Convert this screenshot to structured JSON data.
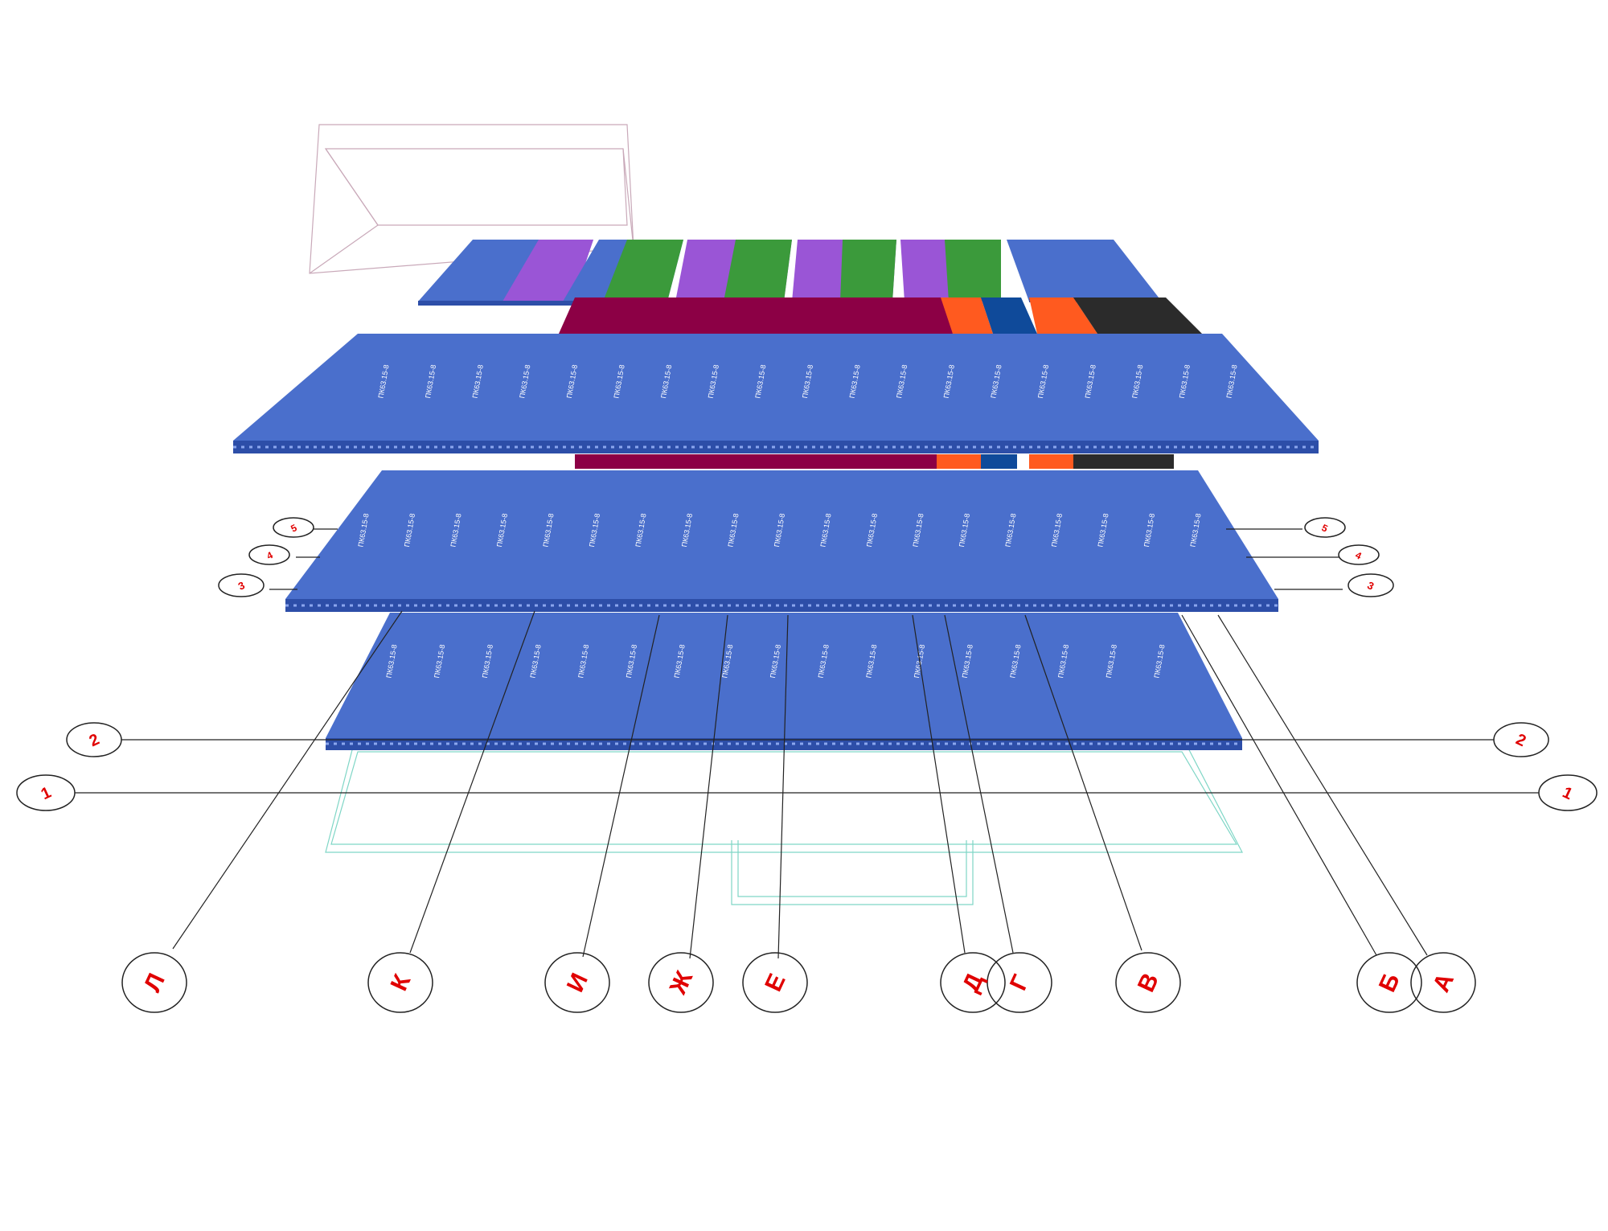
{
  "diagram": {
    "axis_rows": [
      "1",
      "2",
      "3",
      "4",
      "5"
    ],
    "axis_columns": [
      "Л",
      "К",
      "И",
      "Ж",
      "Е",
      "Д",
      "Г",
      "В",
      "Б",
      "А"
    ],
    "slab_mark": "ПК63.15-8",
    "upper_slab_mark": "ПК63.15-8",
    "colors": {
      "slab": "#4a6fcc",
      "slab_edge": "#2d4ea8",
      "purple": "#9a55d6",
      "green": "#3b9a3b",
      "maroon": "#8c0045",
      "orange": "#ff5a1f",
      "dark_blue": "#0f4a9a",
      "black": "#2b2b2b",
      "bubble_text": "#e00000",
      "leader": "#222222",
      "roof_outline": "#c9a9b9",
      "foundation_outline": "#7fd6c6"
    }
  }
}
